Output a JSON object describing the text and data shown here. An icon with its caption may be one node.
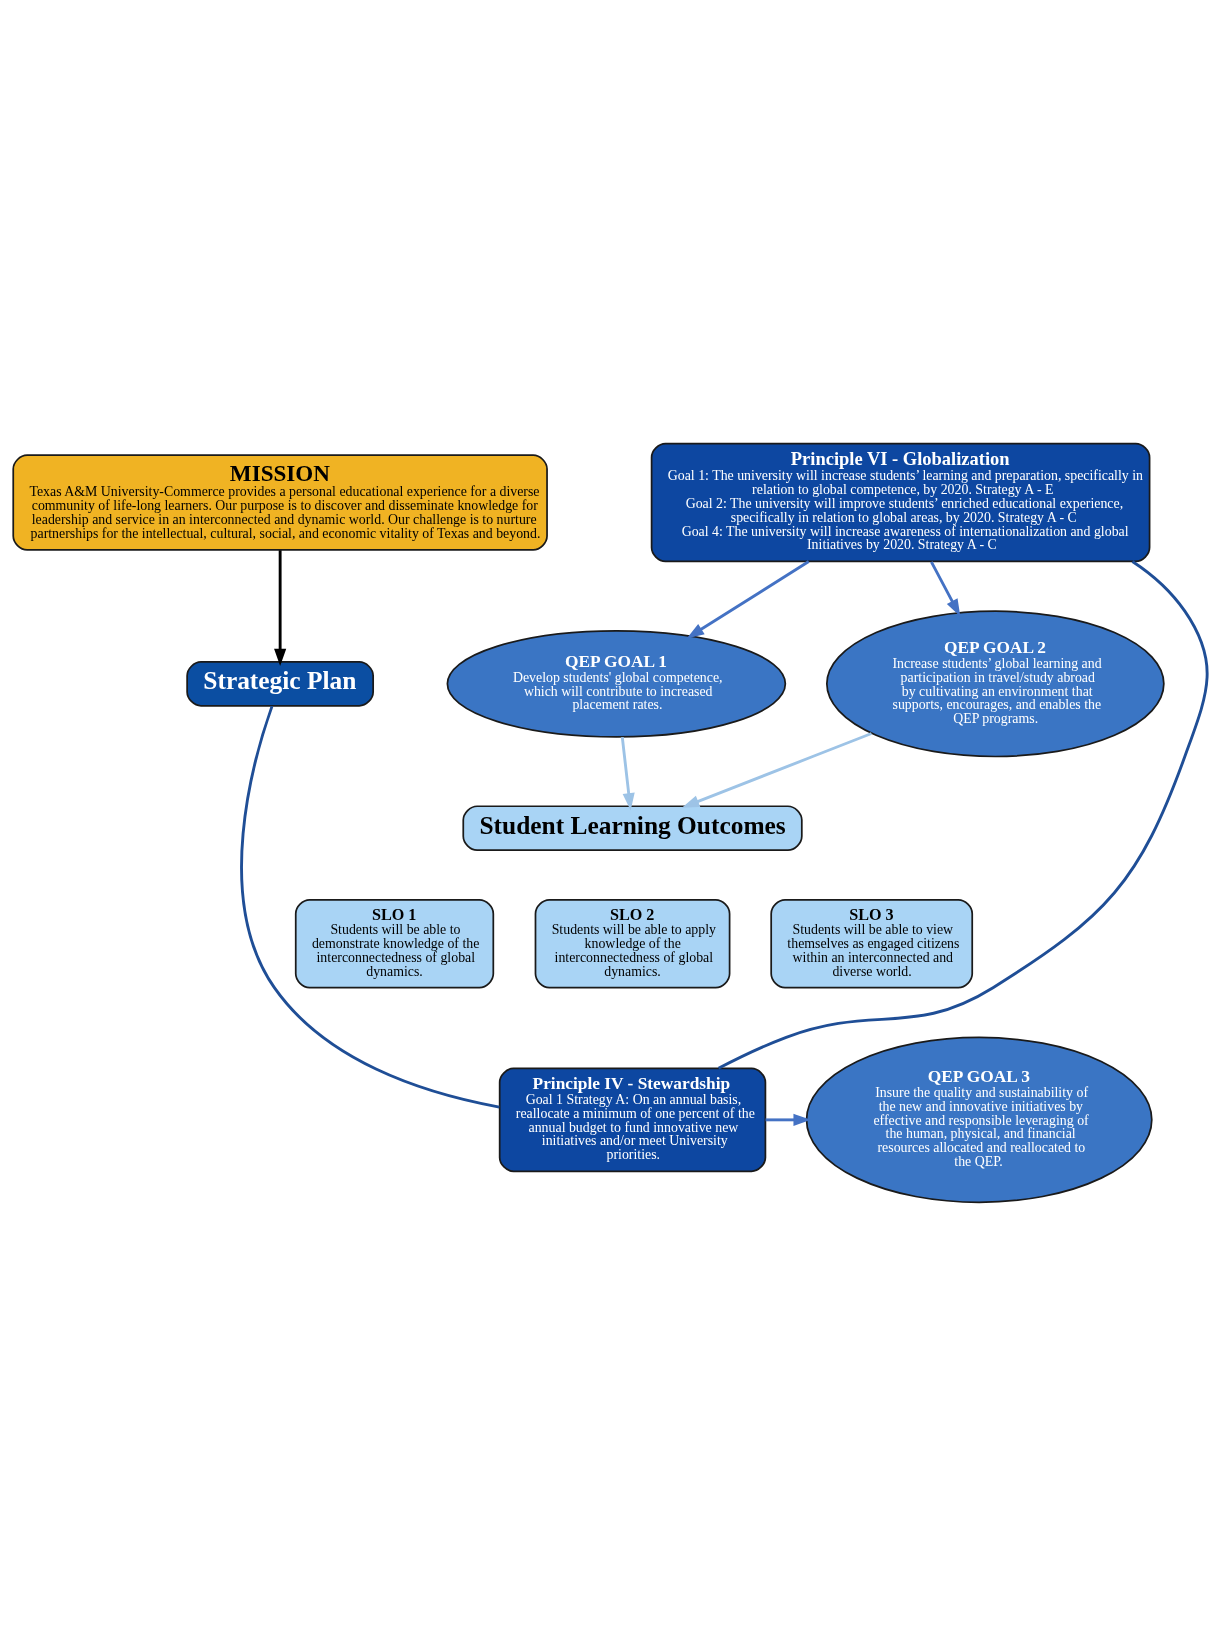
{
  "diagram": {
    "nodes": [
      {
        "text": [
          "MISSION",
          "Texas A&M University-Commerce provides a personal educational experience for a diverse community of life-long learners. Our purpose is to discover and disseminate knowledge for leadership and service in an interconnected and dynamic world. Our challenge is to nurture partnerships for the intellectual, cultural, social, and economic vitality of Texas and beyond."
        ]
      },
      {
        "text": [
          "Strategic Plan"
        ]
      },
      {
        "text": [
          "Principle VI - Globalization",
          "Goal 1: The university will increase students’ learning and preparation, specifically in relation to global competence, by 2020. Strategy A - E",
          "Goal 2: The university will improve students’ enriched educational experience, specifically in relation to global areas, by 2020. Strategy A - C",
          "Goal 4: The university will increase awareness of internationalization and global Initiatives by 2020. Strategy A - C"
        ]
      },
      {
        "text": [
          "QEP GOAL 1",
          "Develop students' global competence, which will contribute to increased placement rates."
        ]
      },
      {
        "text": [
          "QEP GOAL 2",
          "Increase students’ global learning and participation in travel/study abroad by cultivating an environment that supports, encourages, and enables the QEP programs."
        ]
      },
      {
        "text": [
          "Student Learning Outcomes"
        ]
      },
      {
        "text": [
          "SLO 1",
          "Students will be able to demonstrate knowledge of the interconnectedness of global dynamics."
        ]
      },
      {
        "text": [
          "SLO 2",
          "Students will be able to apply knowledge of the interconnectedness of global dynamics."
        ]
      },
      {
        "text": [
          "SLO 3",
          "Students will be able to view themselves as engaged citizens within an interconnected and diverse world."
        ]
      },
      {
        "text": [
          "Principle IV - Stewardship",
          "Goal 1 Strategy A: On an annual basis, reallocate a minimum of one percent of the annual budget to fund innovative new initiatives and/or meet University priorities."
        ]
      },
      {
        "text": [
          "QEP GOAL 3",
          "Insure the quality and sustainability of the new and innovative initiatives by effective and responsible leveraging of the human, physical, and financial resources allocated and reallocated to the QEP."
        ]
      }
    ],
    "edges": [
      {
        "from": 0,
        "to": 1,
        "arrow": "to",
        "color": "#000000"
      },
      {
        "from": 1,
        "to": 9,
        "arrow": "none",
        "color": "#1f4e96"
      },
      {
        "from": 2,
        "to": 9,
        "arrow": "none",
        "color": "#1f4e96"
      },
      {
        "from": 2,
        "to": 3,
        "arrow": "to"
      },
      {
        "from": 2,
        "to": 4,
        "arrow": "to"
      },
      {
        "from": 3,
        "to": 5,
        "arrow": "to",
        "color": "#9dc3e6"
      },
      {
        "from": 4,
        "to": 5,
        "arrow": "to",
        "color": "#9dc3e6"
      },
      {
        "from": 9,
        "to": 10,
        "arrow": "to"
      }
    ]
  }
}
